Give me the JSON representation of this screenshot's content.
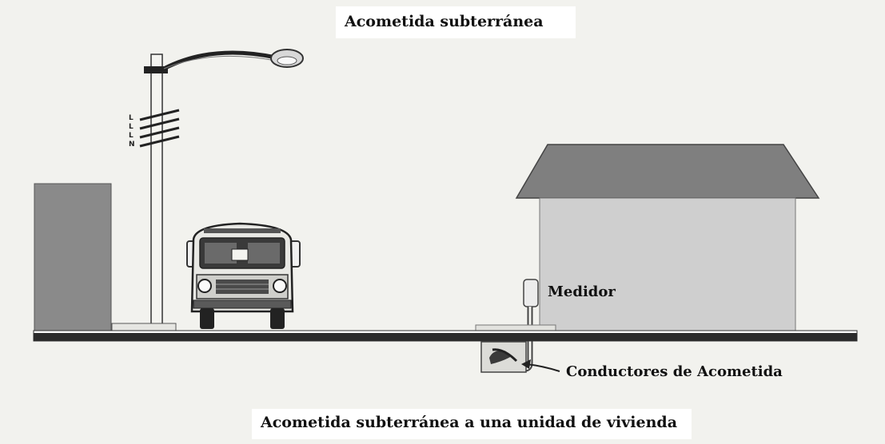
{
  "title": "Acometida subterránea",
  "caption": "Acometida subterránea a una unidad de vivienda",
  "labels": {
    "meter": "Medidor",
    "conductors": "Conductores de Acometida"
  },
  "pole_conductors": [
    "L",
    "L",
    "L",
    "N"
  ],
  "colors": {
    "background": "#f2f2ee",
    "roof": "#7f7f7f",
    "house_wall": "#cfcfcf",
    "building": "#8a8a8a",
    "ground": "#2b2b2b"
  }
}
